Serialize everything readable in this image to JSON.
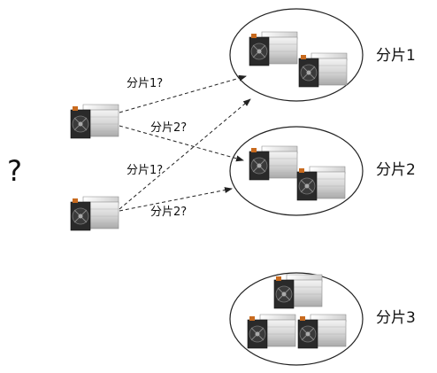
{
  "question": "?",
  "arrow_labels": [
    "分片1?",
    "分片2?",
    "分片1?",
    "分片2?"
  ],
  "shards": [
    {
      "label": "分片1",
      "miners": 2
    },
    {
      "label": "分片2",
      "miners": 2
    },
    {
      "label": "分片3",
      "miners": 3
    }
  ],
  "colors": {
    "line": "#222222",
    "text": "#111111",
    "miner_body": "#d9d9d9",
    "miner_dark": "#2a2a2a"
  }
}
